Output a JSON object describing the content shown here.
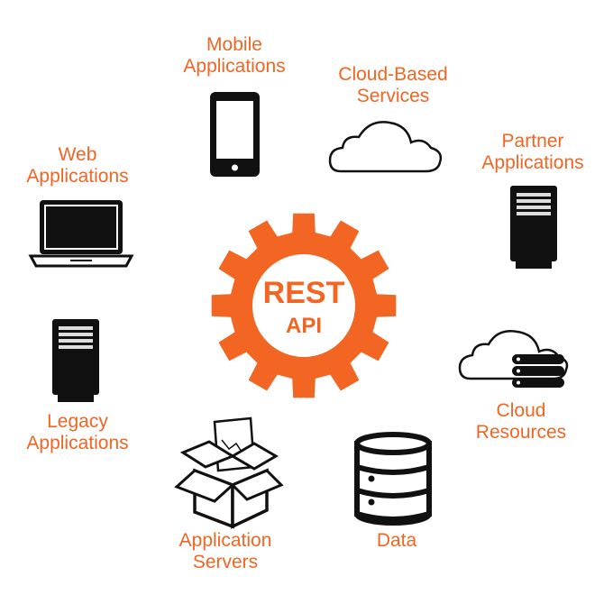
{
  "center": {
    "line1": "REST",
    "line2": "API"
  },
  "nodes": [
    {
      "id": "mobile",
      "line1": "Mobile",
      "line2": "Applications",
      "icon": "smartphone-icon"
    },
    {
      "id": "cloud-services",
      "line1": "Cloud-Based",
      "line2": "Services",
      "icon": "cloud-icon"
    },
    {
      "id": "partner",
      "line1": "Partner",
      "line2": "Applications",
      "icon": "server-tower-icon"
    },
    {
      "id": "cloud-resources",
      "line1": "Cloud",
      "line2": "Resources",
      "icon": "cloud-database-icon"
    },
    {
      "id": "data",
      "line1": "Data",
      "line2": "",
      "icon": "database-icon"
    },
    {
      "id": "app-servers",
      "line1": "Application",
      "line2": "Servers",
      "icon": "open-box-icon"
    },
    {
      "id": "legacy",
      "line1": "Legacy",
      "line2": "Applications",
      "icon": "server-tower-icon"
    },
    {
      "id": "web",
      "line1": "Web",
      "line2": "Applications",
      "icon": "laptop-icon"
    }
  ],
  "colors": {
    "accent": "#f26522",
    "icon": "#111111",
    "background": "#ffffff"
  }
}
